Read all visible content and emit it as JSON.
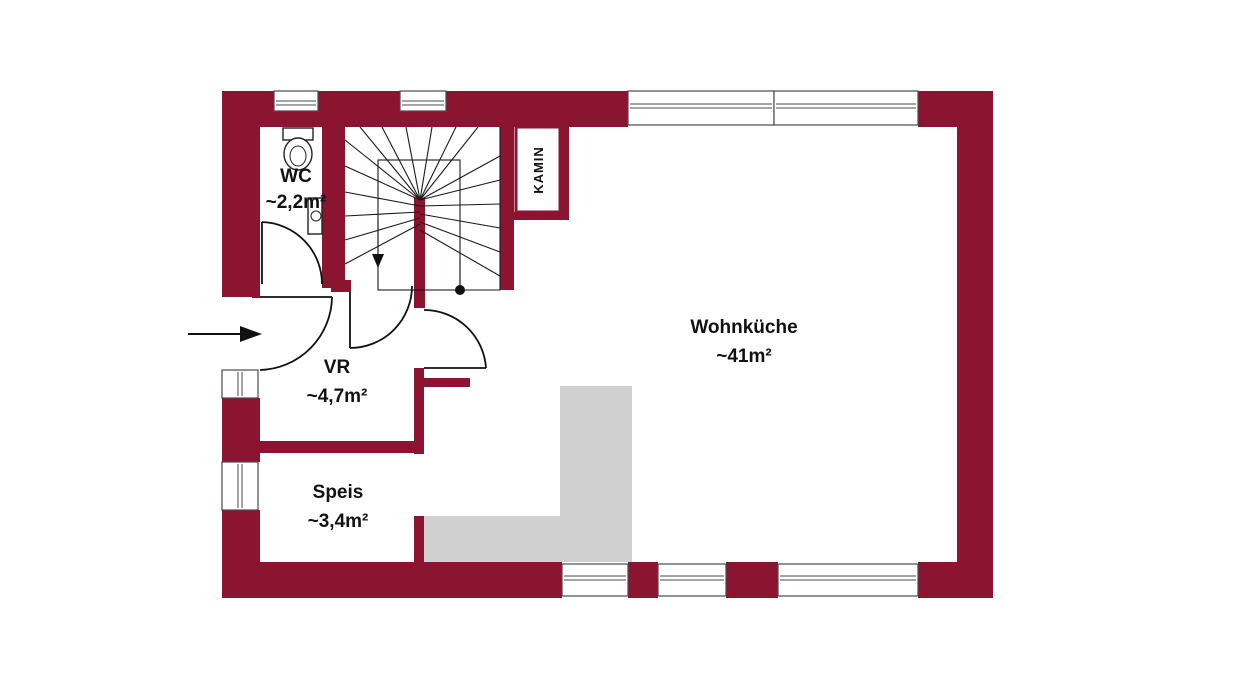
{
  "rooms": {
    "wc": {
      "name": "WC",
      "area": "~2,2m²"
    },
    "vr": {
      "name": "VR",
      "area": "~4,7m²"
    },
    "speis": {
      "name": "Speis",
      "area": "~3,4m²"
    },
    "wohnkueche": {
      "name": "Wohnküche",
      "area": "~41m²"
    }
  },
  "fireplace": {
    "label": "KAMIN"
  },
  "colors": {
    "wall": "#8b1530",
    "counter": "#d0d0d0",
    "background": "#ffffff"
  },
  "icons": [
    "entrance-arrow-icon",
    "toilet-icon",
    "sink-icon",
    "stair-direction-arrow-icon"
  ]
}
